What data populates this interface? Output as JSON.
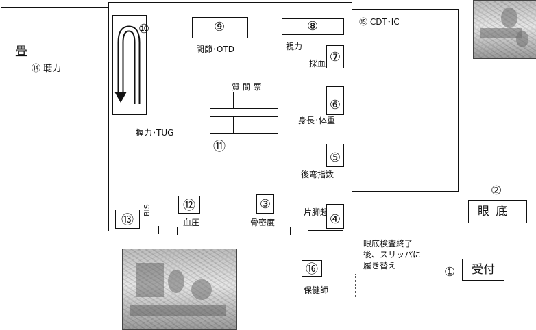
{
  "stations": {
    "tatami_label": "畳",
    "hearing": "⑭ 聴力",
    "cdt_ic": "⑮ CDT･IC",
    "fundus_num": "②",
    "fundus_label": "眼 底",
    "joint_num": "⑨",
    "joint_label": "関節･OTD",
    "vision_num": "⑧",
    "vision_label": "視力",
    "blood_label": "採血",
    "blood_num": "⑦",
    "height_num": "⑥",
    "height_label": "身長･体重",
    "posture_num": "⑤",
    "posture_label": "後弯指数",
    "questionnaire_label": "質 問 票",
    "questionnaire_num": "⑪",
    "grip_num": "⑩",
    "grip_label": "握力･TUG",
    "bis_num": "⑬",
    "bis_label": "BIS",
    "bp_num": "⑫",
    "bp_label": "血圧",
    "bone_num": "③",
    "bone_label": "骨密度",
    "one_leg_label": "片脚起立",
    "one_leg_num": "④",
    "nurse_num": "⑯",
    "nurse_label": "保健師",
    "reception_num": "①",
    "reception_label": "受付",
    "slipper_note": [
      "眼底検査終了",
      "後、スリッパに",
      "履き替え"
    ]
  }
}
